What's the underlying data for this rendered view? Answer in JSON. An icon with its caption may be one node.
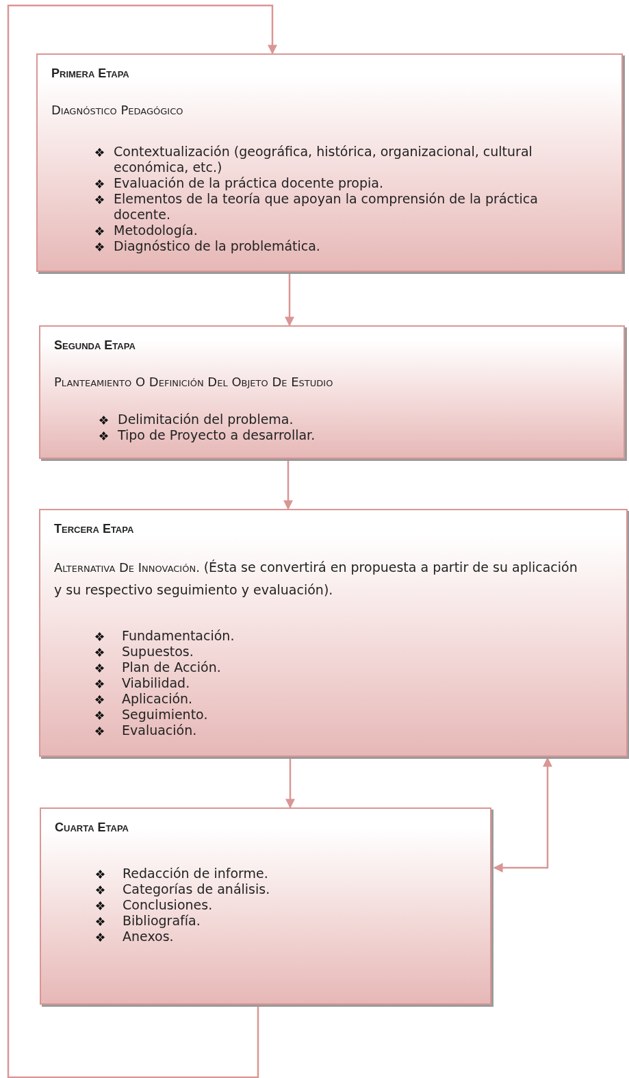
{
  "diagram": {
    "nodes": [
      {
        "text": [
          "Primera Etapa",
          "Diagnóstico Pedagógico",
          "Contextualización (geográfica, histórica, organizacional, cultural económica, etc.)",
          "Evaluación de la práctica docente propia.",
          "Elementos de la teoría que apoyan la comprensión de la práctica docente.",
          "Metodología.",
          "Diagnóstico de la problemática."
        ]
      },
      {
        "text": [
          "Segunda Etapa",
          "Planteamiento O Definición Del Objeto De Estudio",
          "Delimitación del problema.",
          "Tipo de Proyecto a desarrollar."
        ]
      },
      {
        "text": [
          "Tercera Etapa",
          "Alternativa De Innovación.",
          "(Ésta se convertirá en propuesta a partir de su aplicación y su respectivo seguimiento y evaluación).",
          "Fundamentación.",
          "Supuestos.",
          "Plan de Acción.",
          "Viabilidad.",
          "Aplicación.",
          "Seguimiento.",
          "Evaluación."
        ]
      },
      {
        "text": [
          "Cuarta Etapa",
          "Redacción de informe.",
          "Categorías de análisis.",
          "Conclusiones.",
          "Bibliografía.",
          "Anexos."
        ]
      }
    ],
    "edges": [
      {
        "from": 0,
        "to": 1,
        "arrow": "to"
      },
      {
        "from": 1,
        "to": 2,
        "arrow": "to"
      },
      {
        "from": 2,
        "to": 3,
        "arrow": "to"
      },
      {
        "from": 2,
        "to": 3,
        "arrow": "both"
      },
      {
        "from": 3,
        "to": 0,
        "arrow": "to"
      }
    ]
  }
}
